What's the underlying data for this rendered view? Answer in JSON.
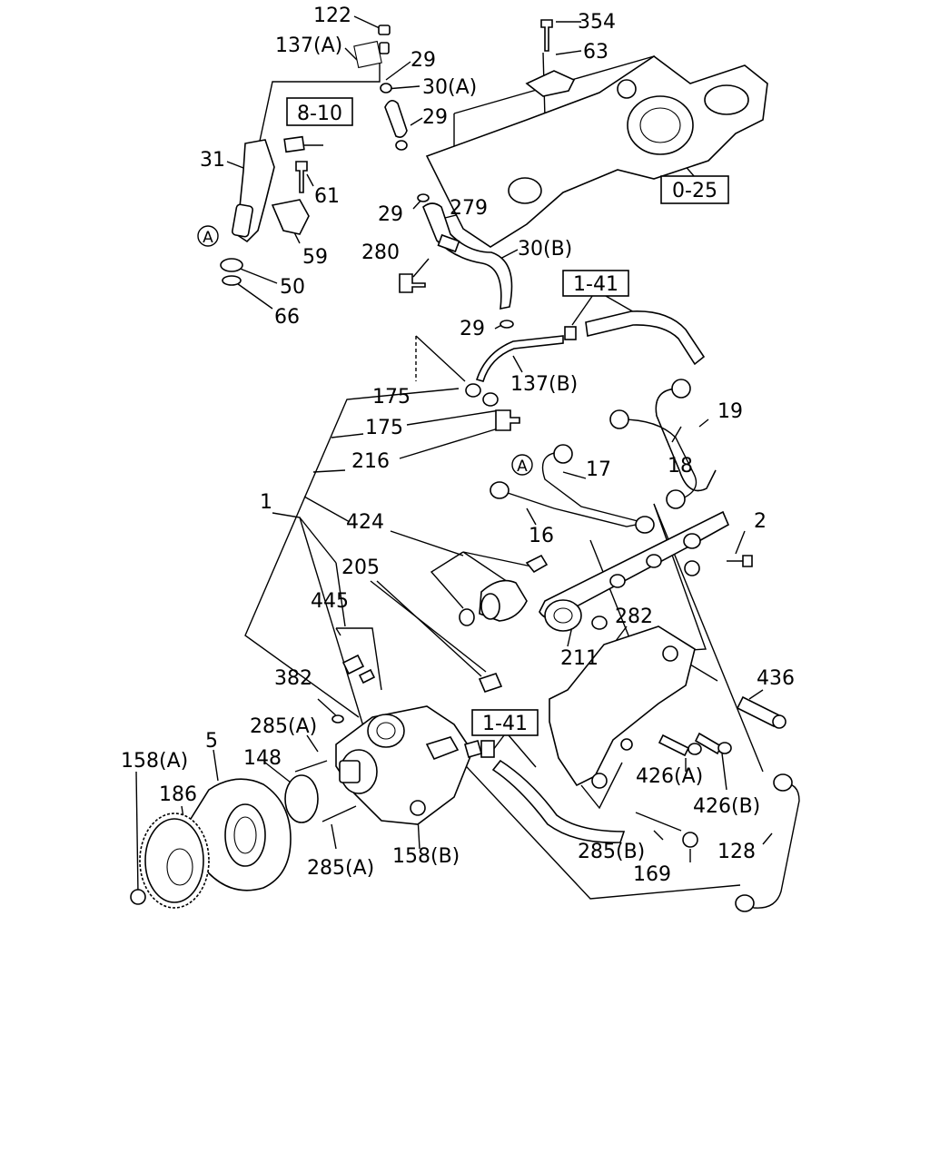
{
  "callouts": {
    "c122": "122",
    "c137a": "137(A)",
    "c354": "354",
    "c63": "63",
    "c29a": "29",
    "c30a": "30(A)",
    "c29b": "29",
    "c31": "31",
    "c61": "61",
    "c29c": "29",
    "c279": "279",
    "c280": "280",
    "c30b": "30(B)",
    "c59": "59",
    "c50": "50",
    "c66": "66",
    "c29d": "29",
    "c137b": "137(B)",
    "c175a": "175",
    "c175b": "175",
    "c216": "216",
    "c19": "19",
    "c18": "18",
    "c17": "17",
    "c1": "1",
    "c424": "424",
    "c16": "16",
    "c2": "2",
    "c205": "205",
    "c445": "445",
    "c282": "282",
    "c211": "211",
    "c436": "436",
    "c382": "382",
    "c285a1": "285(A)",
    "c5": "5",
    "c148": "148",
    "c158a": "158(A)",
    "c186": "186",
    "c285a2": "285(A)",
    "c158b": "158(B)",
    "c426a": "426(A)",
    "c426b": "426(B)",
    "c285b": "285(B)",
    "c169": "169",
    "c128": "128"
  },
  "circle_markers": {
    "a1": "A",
    "a2": "A"
  },
  "ref_boxes": {
    "r810": "8-10",
    "r025": "0-25",
    "r141a": "1-41",
    "r141b": "1-41"
  }
}
